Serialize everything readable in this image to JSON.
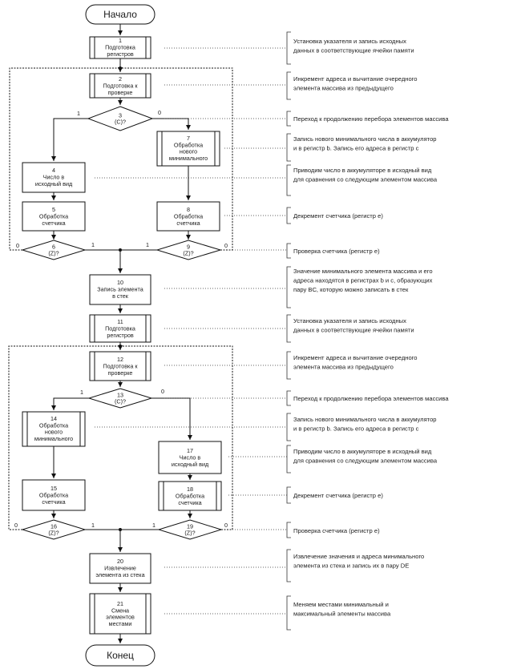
{
  "start_label": "Начало",
  "end_label": "Конец",
  "blocks": [
    {
      "id": "b1",
      "lines": [
        "1",
        "Подготовка",
        "регистров"
      ]
    },
    {
      "id": "b2",
      "lines": [
        "2",
        "Подготовка к",
        "проверке"
      ]
    },
    {
      "id": "b3",
      "lines": [
        "3",
        "(C)?"
      ]
    },
    {
      "id": "b4",
      "lines": [
        "4",
        "Число в",
        "исходный вид"
      ]
    },
    {
      "id": "b5",
      "lines": [
        "5",
        "Обработка",
        "счетчика"
      ]
    },
    {
      "id": "b6",
      "lines": [
        "6",
        "(Z)?"
      ]
    },
    {
      "id": "b7",
      "lines": [
        "7",
        "Обработка",
        "нового",
        "минимального"
      ]
    },
    {
      "id": "b8",
      "lines": [
        "8",
        "Обработка",
        "счетчика"
      ]
    },
    {
      "id": "b9",
      "lines": [
        "9",
        "(Z)?"
      ]
    },
    {
      "id": "b10",
      "lines": [
        "10",
        "Запись элемента",
        "в стек"
      ]
    },
    {
      "id": "b11",
      "lines": [
        "11",
        "Подготовка",
        "регистров"
      ]
    },
    {
      "id": "b12",
      "lines": [
        "12",
        "Подготовка к",
        "проверке"
      ]
    },
    {
      "id": "b13",
      "lines": [
        "13",
        "(C)?"
      ]
    },
    {
      "id": "b14",
      "lines": [
        "14",
        "Обработка",
        "нового",
        "минимального"
      ]
    },
    {
      "id": "b15",
      "lines": [
        "15",
        "Обработка",
        "счетчика"
      ]
    },
    {
      "id": "b16",
      "lines": [
        "16",
        "(Z)?"
      ]
    },
    {
      "id": "b17",
      "lines": [
        "17",
        "Число в",
        "исходный вид"
      ]
    },
    {
      "id": "b18",
      "lines": [
        "18",
        "Обработка",
        "счетчика"
      ]
    },
    {
      "id": "b19",
      "lines": [
        "19",
        "(Z)?"
      ]
    },
    {
      "id": "b20",
      "lines": [
        "20",
        "Извлечение",
        "элемента из стека"
      ]
    },
    {
      "id": "b21",
      "lines": [
        "21",
        "Смена",
        "элементов",
        "местами"
      ]
    }
  ],
  "branch_labels": {
    "b3_left": "1",
    "b3_right": "0",
    "b6_left": "0",
    "b6_right": "1",
    "b9_left": "1",
    "b9_right": "0",
    "b13_left": "1",
    "b13_right": "0",
    "b16_left": "0",
    "b16_right": "1",
    "b19_left": "1",
    "b19_right": "0"
  },
  "comments": [
    {
      "id": "c1",
      "lines": [
        "Установка указателя и запись исходных",
        "данных в соответствующие ячейки памяти"
      ]
    },
    {
      "id": "c2",
      "lines": [
        "Инкремент адреса и вычитание очередного",
        "элемента массива из предыдущего"
      ]
    },
    {
      "id": "c3",
      "lines": [
        "Переход к продолжению перебора элементов массива"
      ]
    },
    {
      "id": "c4",
      "lines": [
        "Запись нового минимального числа в аккумулятор",
        "и в регистр b. Запись его адреса в регистр с"
      ]
    },
    {
      "id": "c5",
      "lines": [
        "Приводим число в аккумуляторе в исходный вид",
        "для сравнения со следующим элементом массива"
      ]
    },
    {
      "id": "c6",
      "lines": [
        "Декремент счетчика (регистр е)"
      ]
    },
    {
      "id": "c7",
      "lines": [
        "Проверка счетчика (регистр е)"
      ]
    },
    {
      "id": "c8",
      "lines": [
        "Значение минимального элемента массива и его",
        "адреса находятся в регистрах b и с, образующих",
        "пару BC, которую можно записать в стек"
      ]
    },
    {
      "id": "c9",
      "lines": [
        "Установка указателя и запись исходных",
        "данных в соответствующие ячейки памяти"
      ]
    },
    {
      "id": "c10",
      "lines": [
        "Инкремент адреса и вычитание очередного",
        "элемента массива из предыдущего"
      ]
    },
    {
      "id": "c11",
      "lines": [
        "Переход к продолжению перебора элементов массива"
      ]
    },
    {
      "id": "c12",
      "lines": [
        "Запись нового минимального числа в аккумулятор",
        "и в регистр b. Запись его адреса в регистр с"
      ]
    },
    {
      "id": "c13",
      "lines": [
        "Приводим число в аккумуляторе в исходный вид",
        "для сравнения со следующим элементом массива"
      ]
    },
    {
      "id": "c14",
      "lines": [
        "Декремент счетчика (регистр е)"
      ]
    },
    {
      "id": "c15",
      "lines": [
        "Проверка счетчика (регистр е)"
      ]
    },
    {
      "id": "c16",
      "lines": [
        "Извлечение значения и адреса минимального",
        "элемента из стека и запись их в пару DE"
      ]
    },
    {
      "id": "c17",
      "lines": [
        "Меняем местами минимальный и",
        "максимальный элементы массива"
      ]
    }
  ]
}
